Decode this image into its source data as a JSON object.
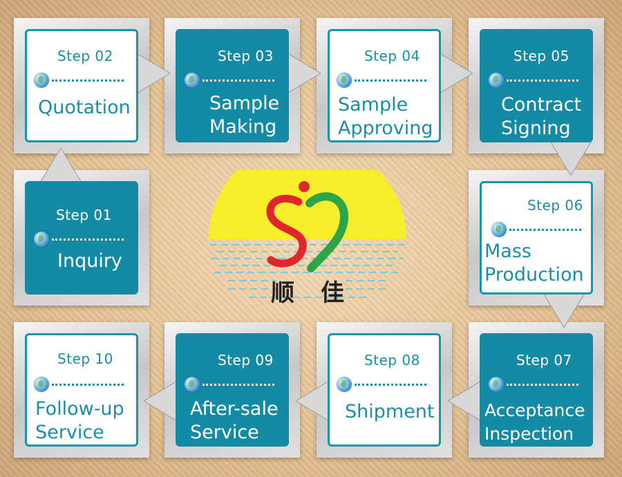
{
  "colors": {
    "teal": "#148aa4",
    "white": "#ffffff",
    "sun": "#f6ee2a",
    "heart_red": "#e0262b",
    "heart_green": "#2ba548"
  },
  "icons": {
    "step_icon": "globe-icon"
  },
  "steps": [
    {
      "id": "01",
      "label": "Step 01",
      "title": [
        "Inquiry"
      ]
    },
    {
      "id": "02",
      "label": "Step 02",
      "title": [
        "Quotation"
      ]
    },
    {
      "id": "03",
      "label": "Step 03",
      "title": [
        "Sample",
        "Making"
      ]
    },
    {
      "id": "04",
      "label": "Step 04",
      "title": [
        "Sample",
        "Approving"
      ]
    },
    {
      "id": "05",
      "label": "Step 05",
      "title": [
        "Contract",
        "Signing"
      ]
    },
    {
      "id": "06",
      "label": "Step 06",
      "title": [
        "Mass",
        "Production"
      ]
    },
    {
      "id": "07",
      "label": "Step 07",
      "title": [
        "Acceptance",
        "Inspection"
      ]
    },
    {
      "id": "08",
      "label": "Step 08",
      "title": [
        "Shipment"
      ]
    },
    {
      "id": "09",
      "label": "Step 09",
      "title": [
        "After-sale",
        "Service"
      ]
    },
    {
      "id": "10",
      "label": "Step 10",
      "title": [
        "Follow-up",
        "Service"
      ]
    }
  ],
  "logo": {
    "chars": [
      "顺",
      "佳"
    ]
  }
}
